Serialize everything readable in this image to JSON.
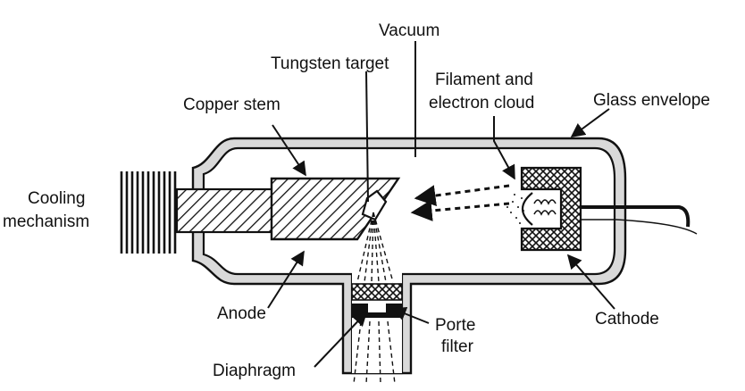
{
  "labels": {
    "vacuum": "Vacuum",
    "tungsten_target": "Tungsten target",
    "filament_line1": "Filament and",
    "filament_line2": "electron cloud",
    "glass_envelope": "Glass envelope",
    "copper_stem": "Copper stem",
    "cooling_line1": "Cooling",
    "cooling_line2": "mechanism",
    "anode": "Anode",
    "cathode": "Cathode",
    "porte_line1": "Porte",
    "porte_line2": "filter",
    "diaphragm": "Diaphragm"
  },
  "colors": {
    "ink": "#111111",
    "glass_fill": "#d9d9d9",
    "background": "#ffffff"
  }
}
